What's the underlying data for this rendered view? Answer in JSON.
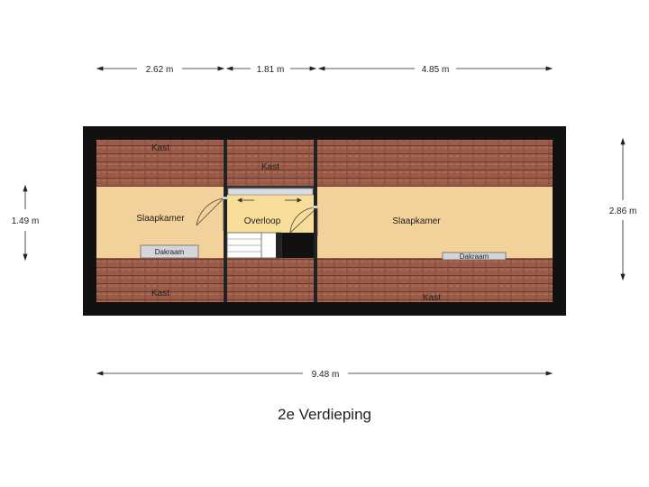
{
  "title": "2e Verdieping",
  "dimensions": {
    "top_left": "2.62 m",
    "top_mid": "1.81 m",
    "top_right": "4.85 m",
    "bottom_total": "9.48 m",
    "left_height": "1.49 m",
    "right_height": "2.86 m"
  },
  "rooms": {
    "bedroom_left": "Slaapkamer",
    "bedroom_right": "Slaapkamer",
    "landing": "Overloop"
  },
  "storage": {
    "kast_top_left": "Kast",
    "kast_top_mid": "Kast",
    "kast_bottom_left": "Kast",
    "kast_bottom_right": "Kast"
  },
  "skylights": {
    "left": "Dakraam",
    "right": "Dakraam"
  },
  "colors": {
    "wall": "#111111",
    "roof_tile": "#9a5b48",
    "tile_line": "#6f3b2c",
    "floor": "#f3d19a",
    "landing_floor": "#f7dd98",
    "stair": "#ffffff"
  }
}
